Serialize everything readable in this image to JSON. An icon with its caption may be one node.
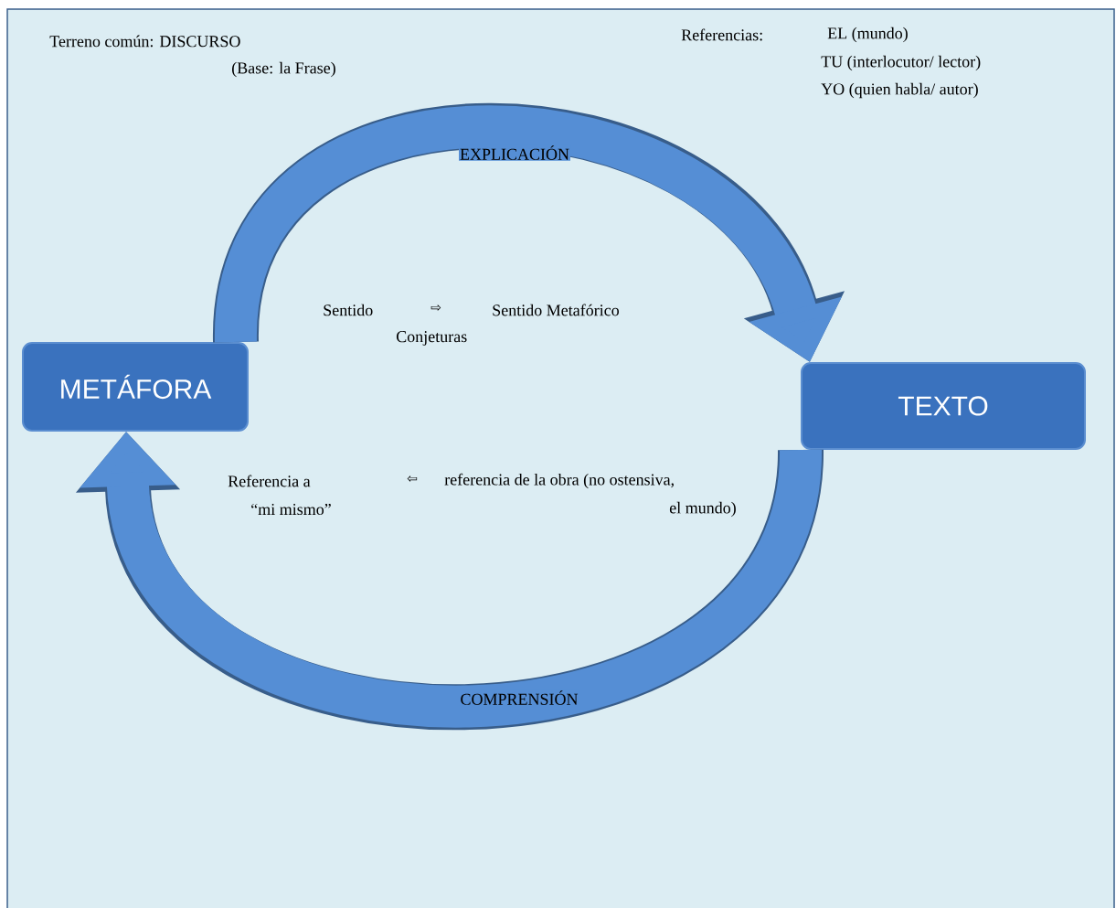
{
  "diagram": {
    "nodes": [
      {
        "text": [
          "METÁFORA"
        ]
      },
      {
        "text": [
          "TEXTO"
        ]
      }
    ],
    "edges": [
      {
        "from": 0,
        "to": 1,
        "arrow": "to",
        "label": "EXPLICACIÓN"
      },
      {
        "from": 1,
        "to": 0,
        "arrow": "to",
        "label": "COMPRENSIÓN"
      }
    ],
    "labels": [
      "Terreno común: DISCURSO",
      "(Base: la Frase)",
      "Referencias:",
      "EL (mundo)",
      "TU (interlocutor/ lector)",
      "YO (quien habla/ autor)",
      "Sentido",
      "⇨",
      "Sentido Metafórico",
      "Conjeturas",
      "Referencia a",
      "⇦",
      "referencia de la obra (no ostensiva,",
      "“mi mismo”",
      "el mundo)"
    ]
  }
}
